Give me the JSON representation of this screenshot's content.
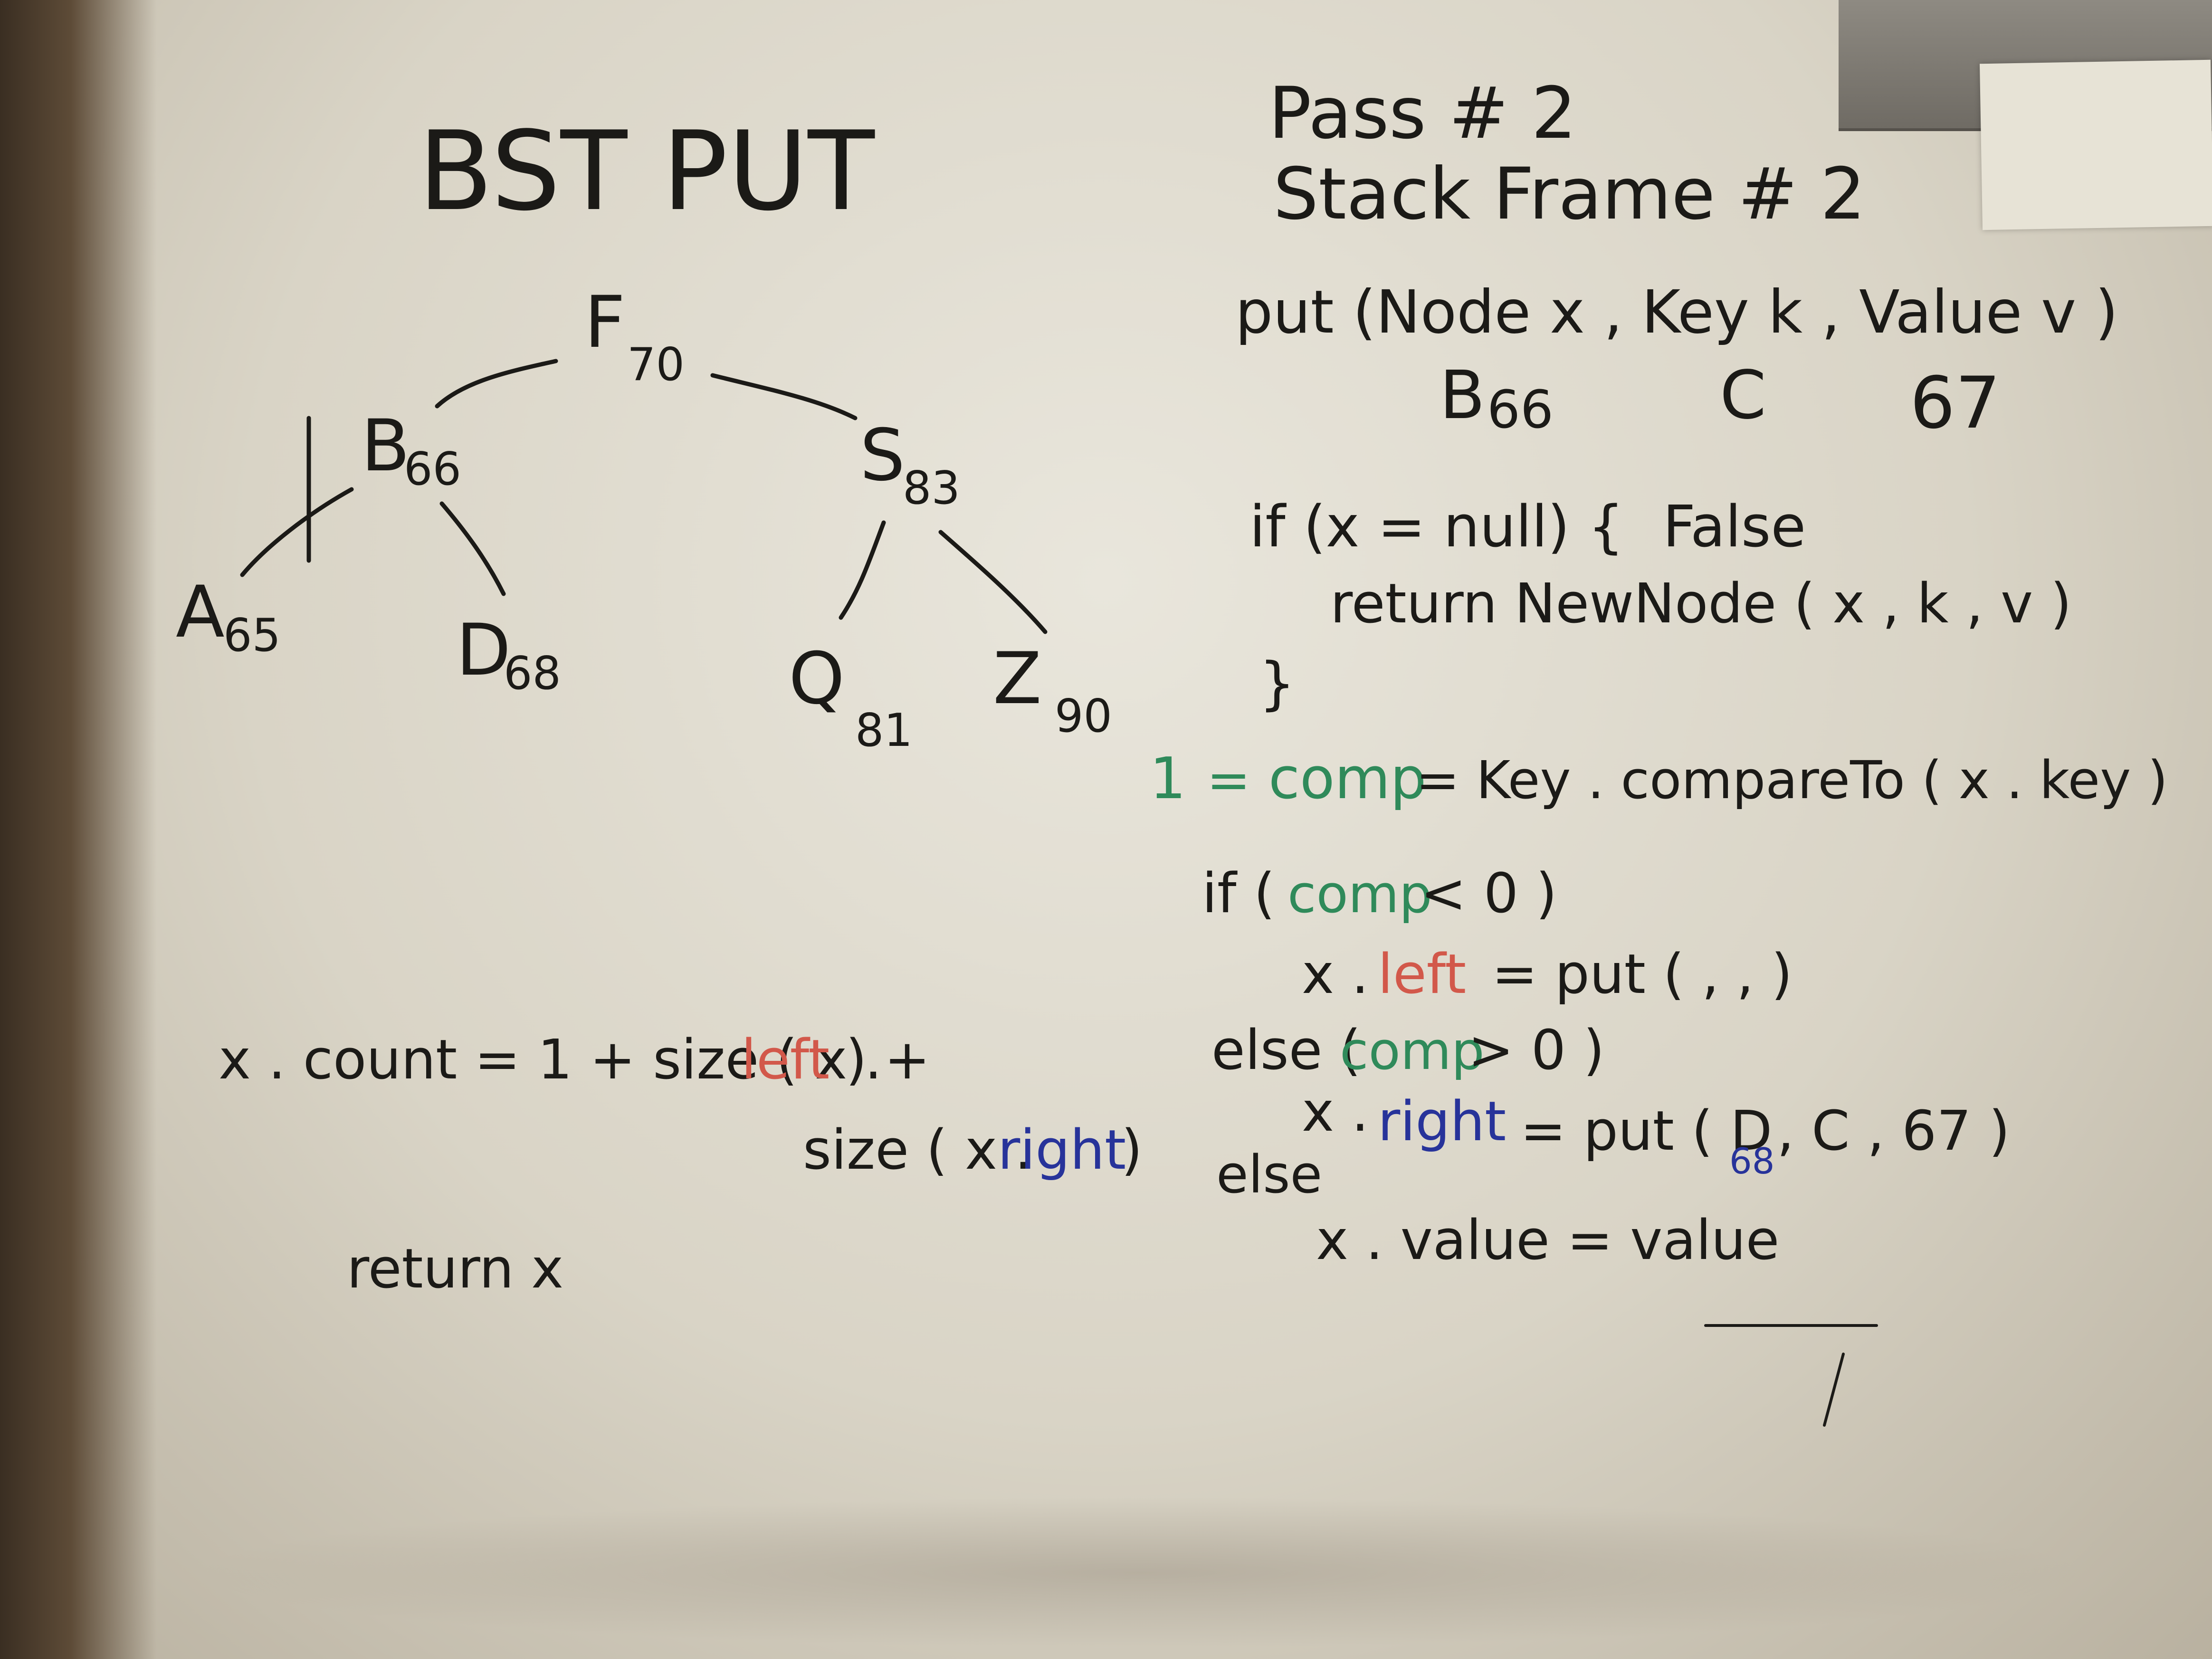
{
  "title": "BST PUT",
  "pass_label": "Pass # 2",
  "stack_frame_label": "Stack Frame # 2",
  "tree": {
    "nodes": [
      {
        "id": "F",
        "letter": "F",
        "sub": "70"
      },
      {
        "id": "B",
        "letter": "B",
        "sub": "66"
      },
      {
        "id": "S",
        "letter": "S",
        "sub": "83"
      },
      {
        "id": "A",
        "letter": "A",
        "sub": "65"
      },
      {
        "id": "D",
        "letter": "D",
        "sub": "68"
      },
      {
        "id": "Q",
        "letter": "Q",
        "sub": "81"
      },
      {
        "id": "Z",
        "letter": "Z",
        "sub": "90"
      }
    ],
    "edges": [
      [
        "F",
        "B"
      ],
      [
        "F",
        "S"
      ],
      [
        "B",
        "A"
      ],
      [
        "B",
        "D"
      ],
      [
        "S",
        "Q"
      ],
      [
        "S",
        "Z"
      ]
    ]
  },
  "signature": {
    "text": "put (Node x , Key k , Value v )",
    "arg_node_letter": "B",
    "arg_node_sub": "66",
    "arg_key": "C",
    "arg_value": "67"
  },
  "code": {
    "if_null": "if (x = null) {",
    "if_null_eval": "False",
    "return_new": "return NewNode ( x , k , v )",
    "close_brace": "}",
    "comp_result": "1",
    "comp_eq": "=",
    "comp_word": "comp",
    "comp_rest": "= Key . compareTo ( x . key )",
    "if_lt_pre": "if (",
    "if_lt_comp": "comp",
    "if_lt_post": "< 0 )",
    "left_assign_pre": "x .",
    "left_word": "left",
    "left_assign_post": "= put (     ,     ,     )",
    "elif_pre": "else (",
    "elif_comp": "comp",
    "elif_post": "> 0 )",
    "right_assign_pre": "x .",
    "right_word": "right",
    "right_assign_post1": "= put ( D",
    "right_assign_sub": "68",
    "right_assign_post2": ", C , 67 )",
    "else_word": "else",
    "value_assign": "x . value = value"
  },
  "count_line": {
    "pre": "x . count = 1 + size ( x .",
    "left_word": "left",
    "post": ") +",
    "line2_pre": "size ( x .",
    "right_word": "right",
    "line2_post": ")"
  },
  "return_line": "return x",
  "colors": {
    "ink_black": "#1b1a17",
    "ink_green": "#2f8a5a",
    "ink_red": "#d2584a",
    "ink_blue": "#27339a"
  }
}
